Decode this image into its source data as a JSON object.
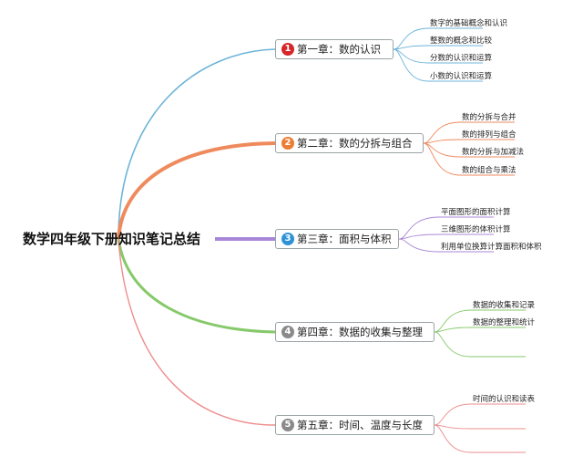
{
  "root": {
    "title": "数学四年级下册知识笔记总结"
  },
  "chapters": [
    {
      "number": "1",
      "title": "第一章：数的认识",
      "color": "#6cb4d8",
      "badge_color": "#d7262a",
      "items": [
        "数字的基础概念和认识",
        "整数的概念和比较",
        "分数的认识和运算",
        "小数的认识和运算"
      ]
    },
    {
      "number": "2",
      "title": "第二章：数的分拆与组合",
      "color": "#ef8a5c",
      "badge_color": "#ec7d34",
      "items": [
        "数的分拆与合并",
        "数的排列与组合",
        "数的分拆与加减法",
        "数的组合与乘法"
      ]
    },
    {
      "number": "3",
      "title": "第三章：面积与体积",
      "color": "#a987d8",
      "badge_color": "#2e93d6",
      "items": [
        "平面图形的面积计算",
        "三维图形的体积计算",
        "利用单位换算计算面积和体积"
      ]
    },
    {
      "number": "4",
      "title": "第四章：数据的收集与整理",
      "color": "#86c96a",
      "badge_color": "#8a8a8a",
      "items": [
        "数据的收集和记录",
        "数据的整理和统计",
        ""
      ]
    },
    {
      "number": "5",
      "title": "第五章：时间、温度与长度",
      "color": "#ee8c8c",
      "badge_color": "#8a8a8a",
      "items": [
        "时间的认识和读表",
        "",
        ""
      ]
    }
  ]
}
